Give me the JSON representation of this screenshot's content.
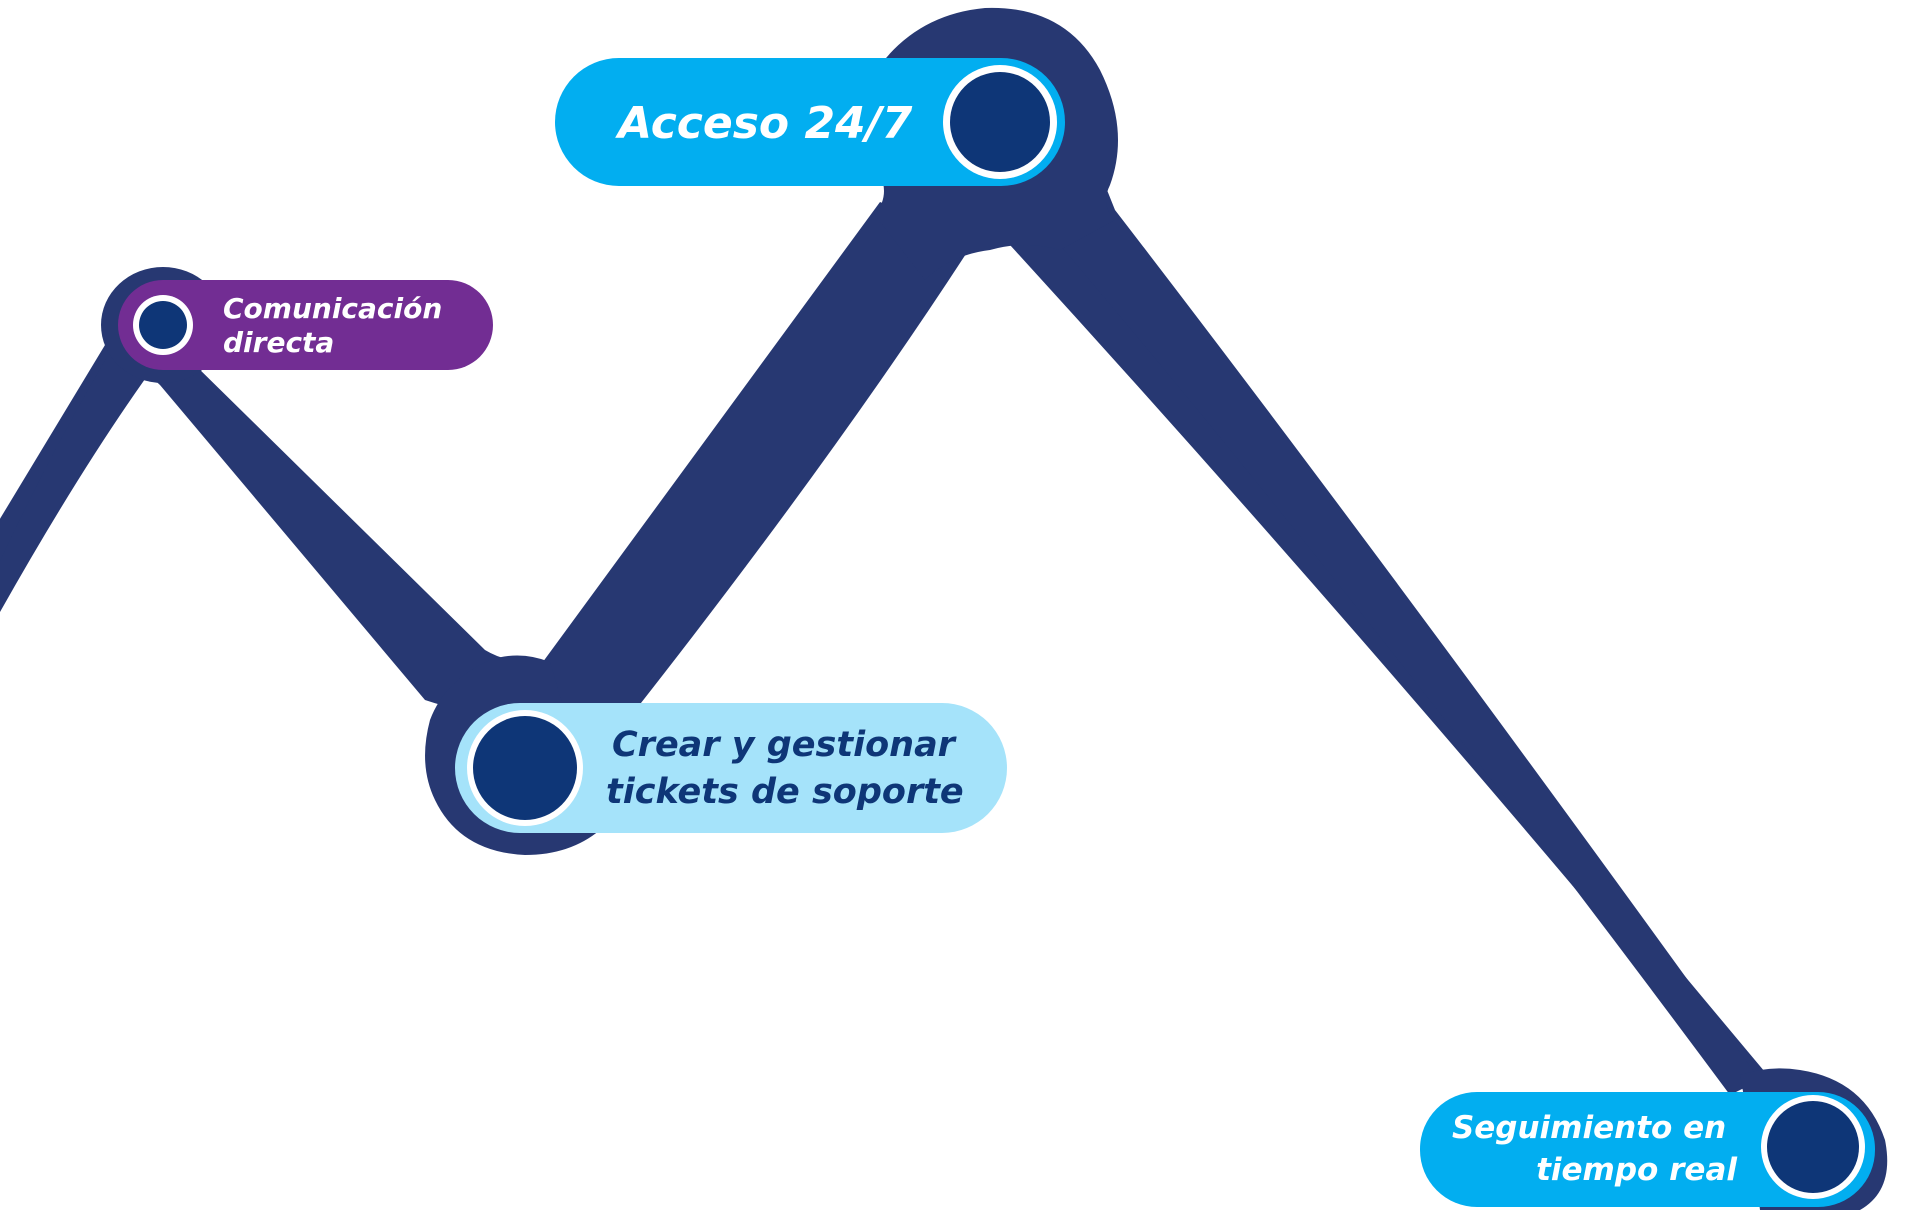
{
  "nodes": [
    {
      "id": "comunicacion",
      "lines": [
        "Comunicación",
        "directa"
      ]
    },
    {
      "id": "acceso",
      "lines": [
        "Acceso 24/7"
      ]
    },
    {
      "id": "tickets",
      "lines": [
        "Crear y gestionar",
        "tickets de soporte"
      ]
    },
    {
      "id": "seguimiento",
      "lines": [
        "Seguimiento en",
        "tiempo real"
      ]
    }
  ],
  "colors": {
    "path": "#273872",
    "dot": "#0e3677",
    "ring": "#ffffff",
    "purple": "#722d93",
    "cyan": "#02aef0",
    "light_cyan": "#a5e3fa",
    "text_light": "#ffffff",
    "text_dark": "#0e3677"
  }
}
